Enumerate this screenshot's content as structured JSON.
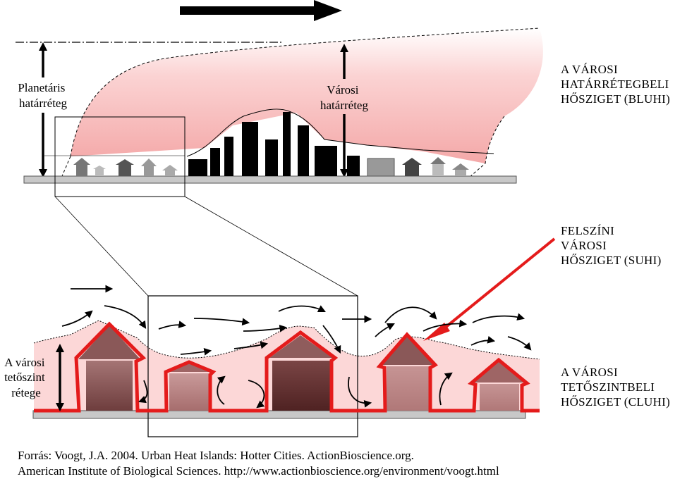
{
  "labels": {
    "planetary_layer": [
      "Planetáris",
      "határréteg"
    ],
    "urban_layer": [
      "Városi",
      "határréteg"
    ],
    "canopy_layer": [
      "A városi",
      "tetőszint",
      "rétege"
    ],
    "bluhi": [
      "A VÁROSI",
      "HATÁRRÉTEGBELI",
      "HŐSZIGET (BLUHI)"
    ],
    "suhi": [
      "FELSZÍNI",
      "VÁROSI",
      "HŐSZIGET (SUHI)"
    ],
    "cluhi": [
      "A VÁROSI",
      "TETŐSZINTBELI",
      "HŐSZIGET (CLUHI)"
    ]
  },
  "source": [
    "Forrás: Voogt, J.A. 2004. Urban Heat Islands: Hotter Cities.  ActionBioscience.org.",
    "American Institute of Biological Sciences.  http://www.actionbioscience.org/environment/voogt.html"
  ],
  "colors": {
    "heat_pink": "#f6b5b5",
    "heat_red": "#e41b1b",
    "ground": "#c8c8c8",
    "building_dark": "#000000"
  },
  "icons": [
    "wind-arrow-icon",
    "house-icon",
    "building-icon",
    "dimension-arrow-icon"
  ]
}
